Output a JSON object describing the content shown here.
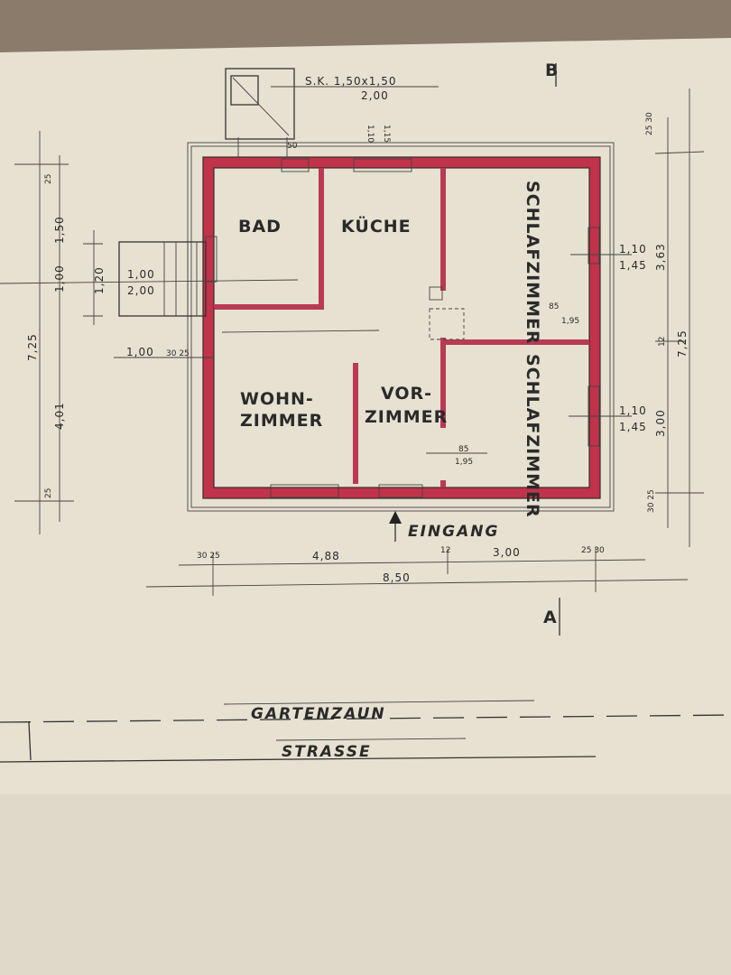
{
  "drawing": {
    "labels": {
      "chimney": "S.K. 1,50x1,50",
      "chimney_height": "2,00",
      "north_mark": "B",
      "south_mark": "A",
      "entrance": "EINGANG",
      "garden_fence": "GARTENZAUN",
      "street": "STRASSE"
    },
    "rooms": {
      "bath": "BAD",
      "kitchen": "KÜCHE",
      "living_line1": "WOHN-",
      "living_line2": "ZIMMER",
      "hall_line1": "VOR-",
      "hall_line2": "ZIMMER",
      "bedroom_top": "SCHLAFZIMMER",
      "bedroom_bottom": "SCHLAFZIMMER"
    },
    "dimensions": {
      "total_width": "8,50",
      "left_part": "4,88",
      "right_part": "3,00",
      "wall_left": "30 25",
      "wall_mid": "12",
      "wall_right": "25 30",
      "total_depth_right": "7,25",
      "right_upper": "3,63",
      "right_lower": "3,00",
      "right_top_wall": "25 30",
      "right_mid_wall": "12",
      "right_bottom_wall": "30 25",
      "total_depth_left": "7,25",
      "left_upper": "1,50",
      "left_mid": "1,00",
      "left_lower": "4,01",
      "left_wall_top": "25",
      "left_wall_bottom": "25",
      "steps": "1,20",
      "porch_width": "1,00",
      "porch_depth": "2,00",
      "side_entry": "1,00",
      "side_entry_small": "30 25",
      "kitchen_window_top": "1,10",
      "kitchen_window_bottom": "1,15",
      "bath_window": "50",
      "bedroom_window_top_a": "1,10",
      "bedroom_window_top_b": "1,45",
      "bedroom_window_bottom_a": "1,10",
      "bedroom_window_bottom_b": "1,45",
      "door_bed_top_a": "85",
      "door_bed_top_b": "1,95",
      "door_hall_a": "85",
      "door_hall_b": "1,95"
    }
  }
}
